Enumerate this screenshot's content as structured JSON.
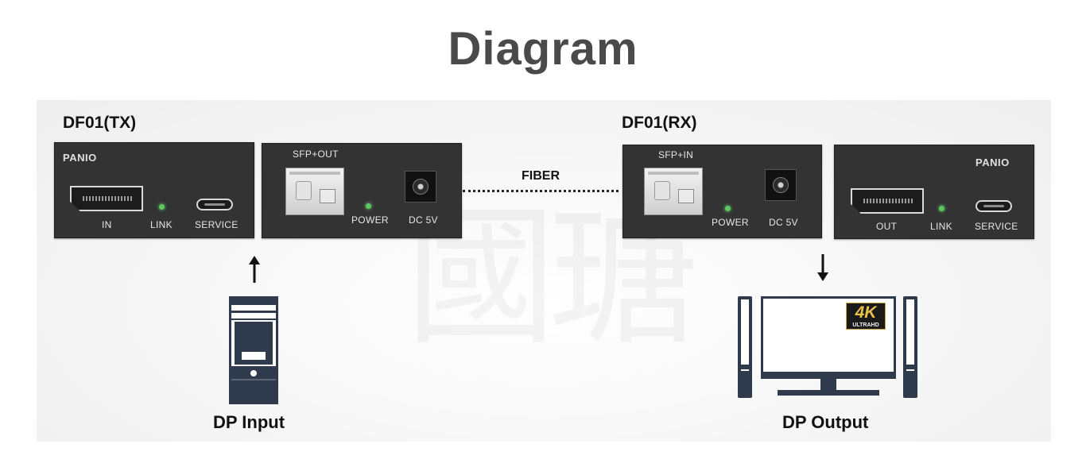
{
  "title": "Diagram",
  "watermark": "國瑭",
  "tx": {
    "heading": "DF01(TX)",
    "front": {
      "brand": "PANIO",
      "port_label": "IN",
      "led_label": "LINK",
      "service_label": "SERVICE"
    },
    "back": {
      "sfp_label": "SFP+OUT",
      "power_label": "POWER",
      "dc_label": "DC 5V"
    }
  },
  "rx": {
    "heading": "DF01(RX)",
    "back": {
      "sfp_label": "SFP+IN",
      "power_label": "POWER",
      "dc_label": "DC 5V"
    },
    "front": {
      "brand": "PANIO",
      "port_label": "OUT",
      "led_label": "LINK",
      "service_label": "SERVICE"
    }
  },
  "fiber_label": "FIBER",
  "source": {
    "label": "DP Input",
    "icon": "desktop-tower-icon"
  },
  "sink": {
    "label": "DP Output",
    "icon": "monitor-with-speakers-icon",
    "badge_main": "4K",
    "badge_sub": "ULTRAHD"
  },
  "colors": {
    "device_body": "#333333",
    "led": "#5ec65e",
    "icon_dark": "#2f3b4c",
    "title": "#4a4a4a"
  }
}
